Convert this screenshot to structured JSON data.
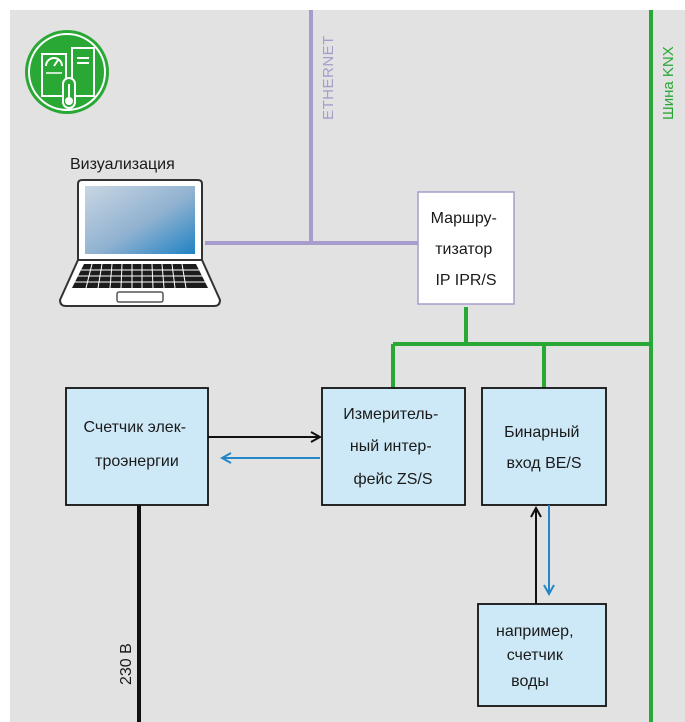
{
  "labels": {
    "ethernet": "ETHERNET",
    "knx_bus": "Шина KNX",
    "visualization": "Визуализация",
    "voltage": "230 В"
  },
  "boxes": {
    "router": [
      "Маршру-",
      "тизатор",
      "IP IPR/S"
    ],
    "meter": [
      "Счетчик элек-",
      "троэнергии"
    ],
    "interface": [
      "Измеритель-",
      "ный интер-",
      "фейс ZS/S"
    ],
    "binary": [
      "Бинарный",
      "вход BE/S"
    ],
    "water": [
      "например,",
      "счетчик",
      "воды"
    ]
  },
  "colors": {
    "background": "#e2e2e2",
    "box_fill": "#cde9f7",
    "ethernet_line": "#a79ccb",
    "knx_line": "#2aa836",
    "arrow_blue": "#2286c8",
    "arrow_black": "#111111",
    "icon_green": "#2aa836"
  },
  "icons": [
    "building-control-icon",
    "laptop-icon"
  ]
}
